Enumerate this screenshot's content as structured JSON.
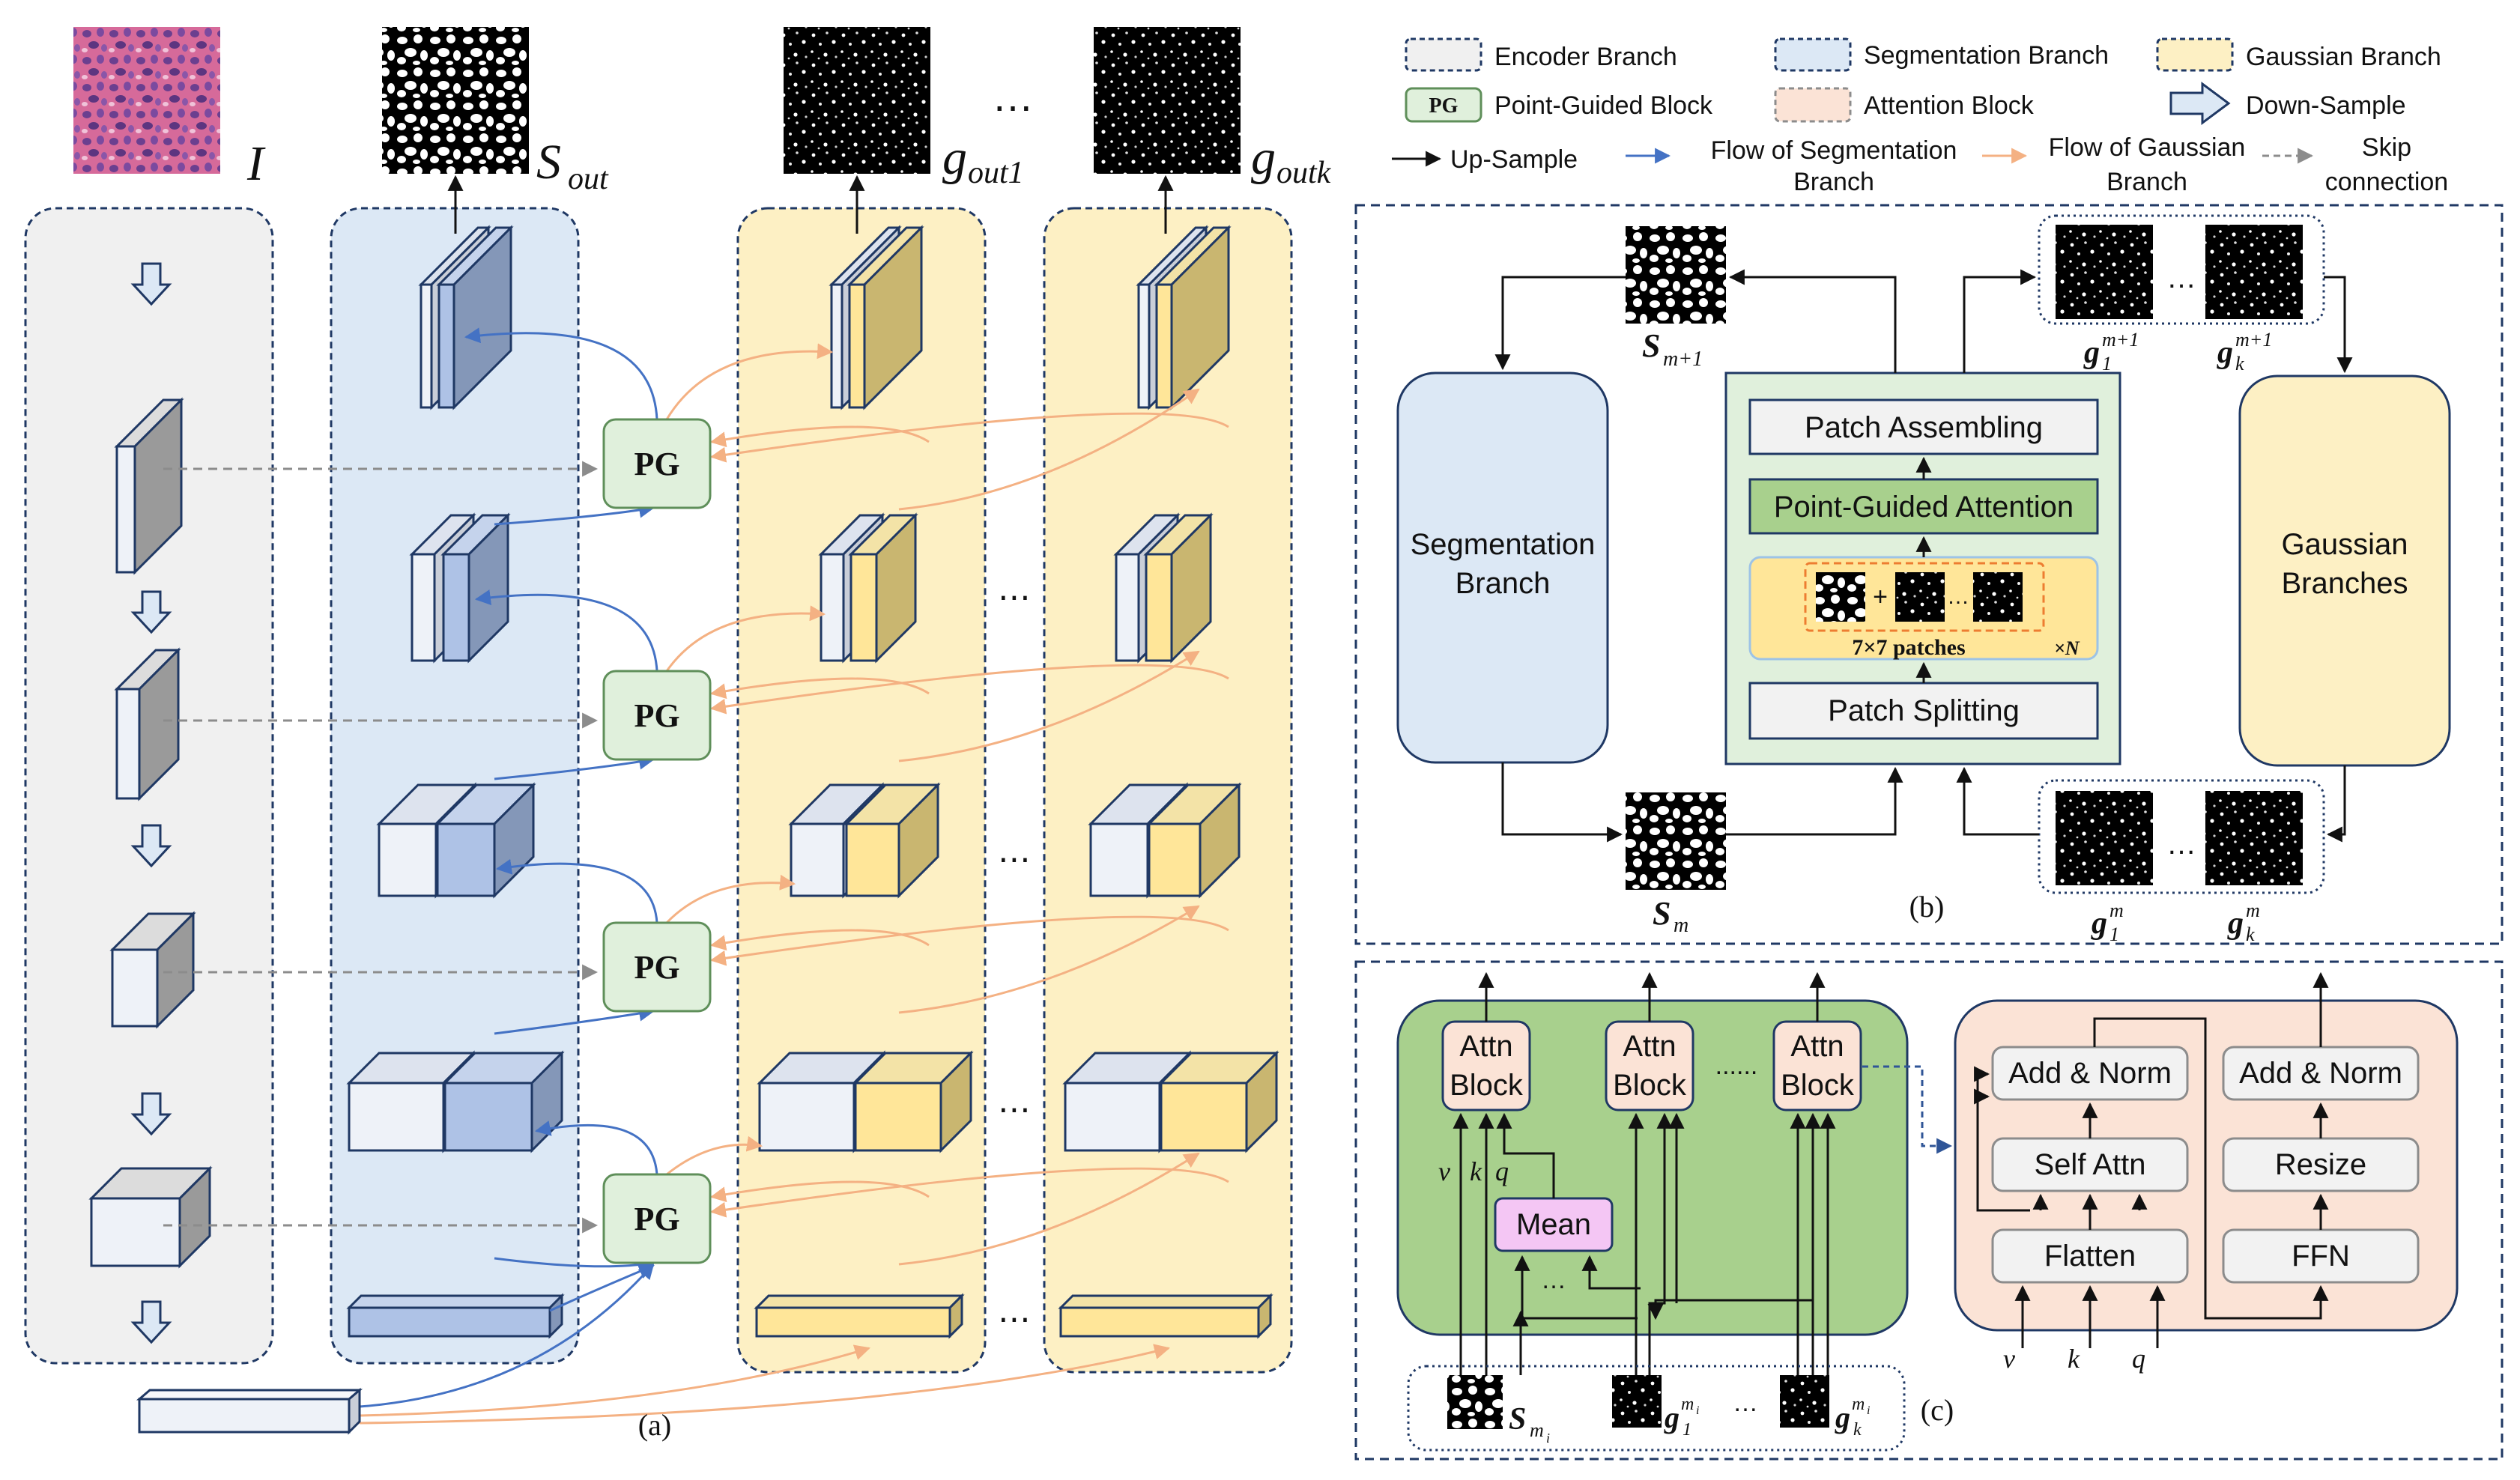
{
  "legend": {
    "encoder": "Encoder Branch",
    "segmentation": "Segmentation Branch",
    "gaussian": "Gaussian Branch",
    "pg_badge": "PG",
    "point_guided": "Point-Guided Block",
    "attention": "Attention Block",
    "down_sample": "Down-Sample",
    "up_sample": "Up-Sample",
    "flow_seg_1": "Flow of Segmentation",
    "flow_seg_2": "Branch",
    "flow_gauss_1": "Flow of Gaussian",
    "flow_gauss_2": "Branch",
    "skip_1": "Skip",
    "skip_2": "connection"
  },
  "panel_a": {
    "input_label": "I",
    "s_out_main": "S",
    "s_out_sub": "out",
    "g1_main": "g",
    "g1_sub": "out1",
    "gk_main": "g",
    "gk_sub": "outk",
    "pg_label": "PG",
    "dots": "…",
    "vdots": "⋯",
    "caption": "(a)"
  },
  "panel_b": {
    "seg_branch_1": "Segmentation",
    "seg_branch_2": "Branch",
    "gauss_branch_1": "Gaussian",
    "gauss_branch_2": "Branches",
    "patch_assembling": "Patch Assembling",
    "point_guided_attention": "Point-Guided Attention",
    "patch_splitting": "Patch Splitting",
    "patches": "7×7 patches",
    "times_n": "×N",
    "plus": "+",
    "ellipsis": "…",
    "s_m1_main": "S",
    "s_m1_sub": "m+1",
    "s_m_main": "S",
    "s_m_sub": "m",
    "g1_top_main": "g",
    "g1_top_sub": "1",
    "g1_top_sup": "m+1",
    "gk_top_main": "g",
    "gk_top_sub": "k",
    "gk_top_sup": "m+1",
    "g1_bot_main": "g",
    "g1_bot_sub": "1",
    "g1_bot_sup": "m",
    "gk_bot_main": "g",
    "gk_bot_sub": "k",
    "gk_bot_sup": "m",
    "caption": "(b)"
  },
  "panel_c": {
    "attn_1a": "Attn",
    "attn_1b": "Block",
    "dots_attn": "......",
    "mean": "Mean",
    "v": "v",
    "k": "k",
    "q": "q",
    "add_norm": "Add & Norm",
    "self_attn": "Self Attn",
    "flatten": "Flatten",
    "resize": "Resize",
    "ffn": "FFN",
    "s_mi_main": "S",
    "s_mi_sub": "m",
    "s_mi_subsub": "i",
    "g1_main": "g",
    "g1_sub": "1",
    "g1_sup": "m",
    "g1_supsub": "i",
    "gk_main": "g",
    "gk_sub": "k",
    "gk_sup": "m",
    "gk_supsub": "i",
    "ellipsis": "…",
    "caption": "(c)"
  },
  "colors": {
    "encoder_fill": "#f0f0f0",
    "segmentation_fill": "#dce8f5",
    "gaussian_fill": "#fdf0c4",
    "pg_fill": "#e0f0dc",
    "pg_border": "#5f8f5a",
    "green_block": "#a8d08d",
    "attention_fill": "#fbe3d6",
    "mean_fill": "#f4c6f4",
    "dark_border": "#1f3864",
    "blue_arrow": "#4472c4",
    "orange_arrow": "#f4b183",
    "gray_dash": "#8c8c8c",
    "seg_cube_front": "#aec2e6",
    "gauss_cube_front": "#ffe699",
    "light_cube": "#eef2f8"
  },
  "icons": [
    "arrow-down-icon",
    "arrow-up-icon",
    "arrow-right-icon",
    "seg-mask-icon",
    "gaussian-map-icon",
    "histology-image-icon"
  ]
}
